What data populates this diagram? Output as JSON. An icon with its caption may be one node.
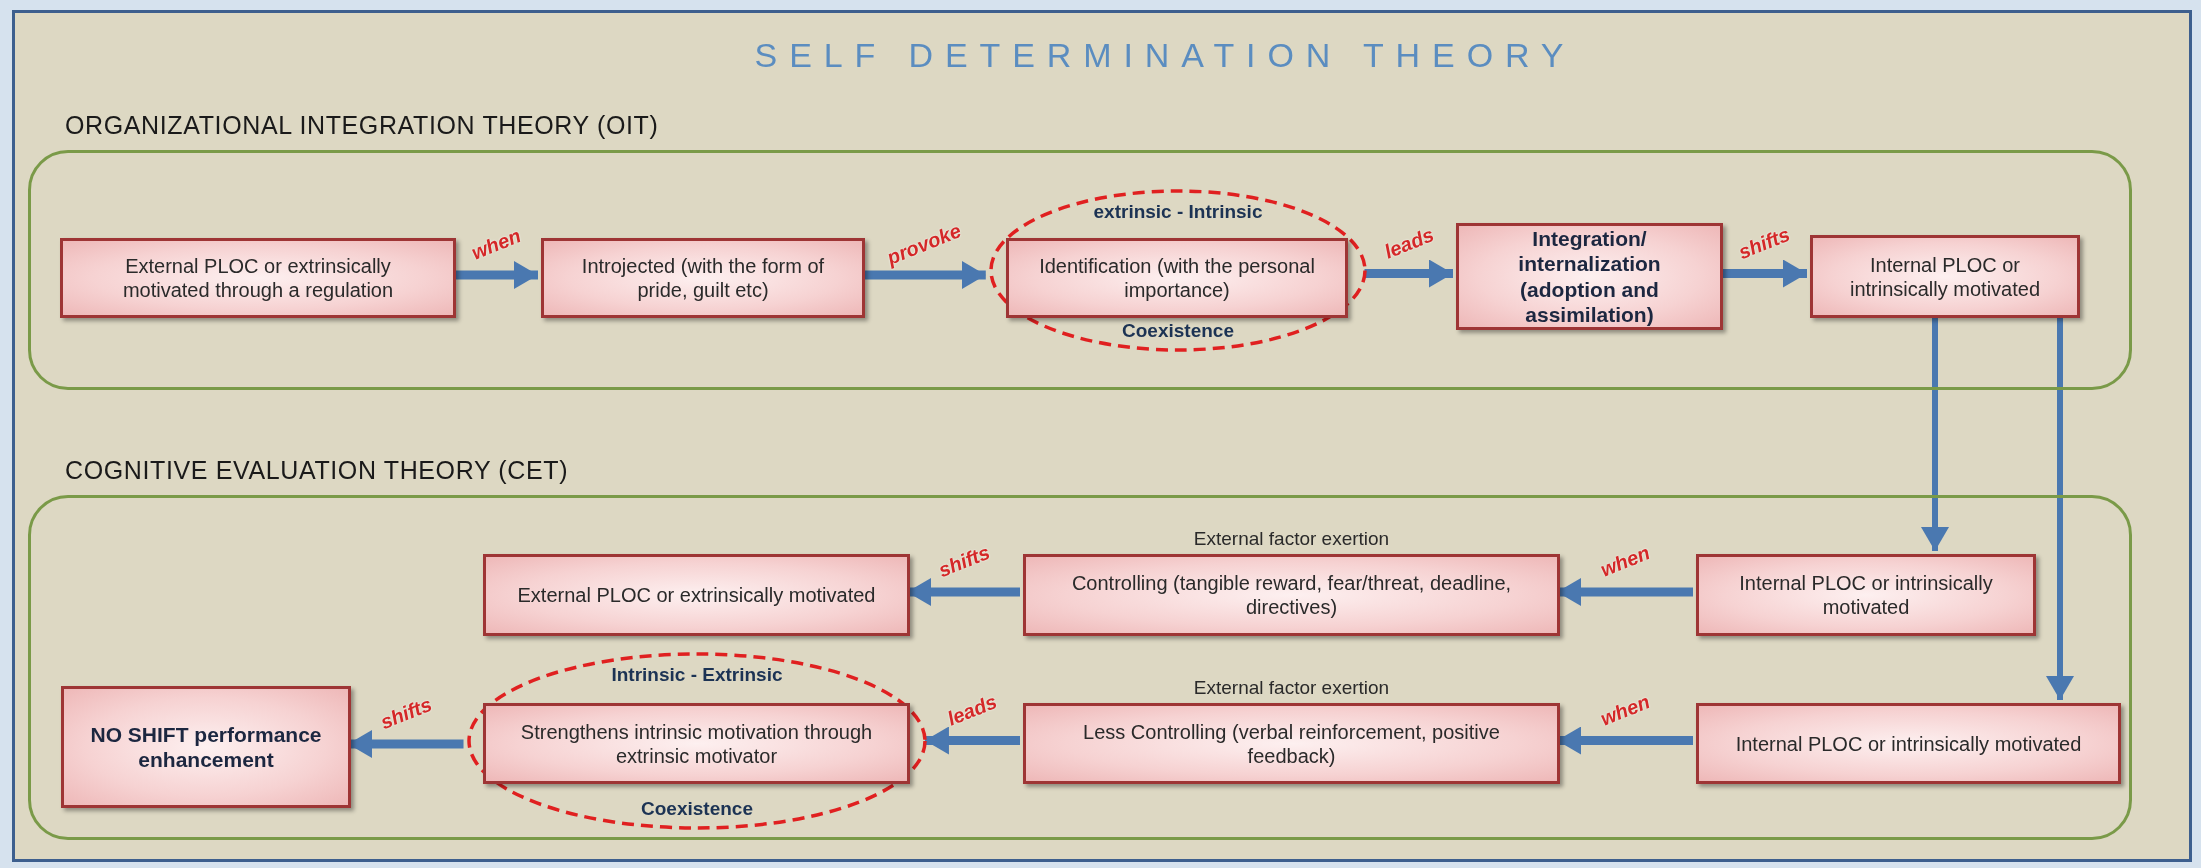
{
  "diagram": {
    "title": "SELF DETERMINATION THEORY",
    "nodes": [
      {
        "text": [
          "ORGANIZATIONAL INTEGRATION THEORY (OIT)"
        ]
      },
      {
        "text": [
          "External PLOC or extrinsically motivated through a regulation"
        ],
        "in": 0
      },
      {
        "text": [
          "Introjected (with the form of pride, guilt etc)"
        ],
        "in": 0
      },
      {
        "text": [
          "extrinsic - Intrinsic",
          "Coexistence"
        ],
        "in": 0
      },
      {
        "text": [
          "Identification (with the personal importance)"
        ],
        "in": 3
      },
      {
        "text": [
          "Integration/ internalization (adoption and assimilation)"
        ],
        "in": 0
      },
      {
        "text": [
          "Internal PLOC or intrinsically motivated"
        ],
        "in": 0
      },
      {
        "text": [
          "COGNITIVE EVALUATION THEORY (CET)"
        ]
      },
      {
        "text": [
          "External PLOC or extrinsically motivated"
        ],
        "in": 7
      },
      {
        "text": [
          "Controlling (tangible reward, fear/threat, deadline, directives)"
        ],
        "beside": [
          "External factor exertion"
        ],
        "in": 7
      },
      {
        "text": [
          "Internal PLOC or intrinsically motivated"
        ],
        "in": 7
      },
      {
        "text": [
          "NO SHIFT performance enhancement"
        ],
        "in": 7
      },
      {
        "text": [
          "Intrinsic - Extrinsic",
          "Coexistence"
        ],
        "in": 7
      },
      {
        "text": [
          "Strengthens intrinsic motivation through extrinsic motivator"
        ],
        "in": 12
      },
      {
        "text": [
          "Less Controlling (verbal reinforcement, positive feedback)"
        ],
        "beside": [
          "External factor exertion"
        ],
        "in": 7
      },
      {
        "text": [
          "Internal PLOC or intrinsically motivated"
        ],
        "in": 7
      }
    ],
    "edges": [
      {
        "from": 1,
        "to": 2,
        "arrow": "to",
        "label": "when"
      },
      {
        "from": 2,
        "to": 3,
        "arrow": "to",
        "label": "provoke"
      },
      {
        "from": 3,
        "to": 5,
        "arrow": "to",
        "label": "leads"
      },
      {
        "from": 5,
        "to": 6,
        "arrow": "to",
        "label": "shifts"
      },
      {
        "from": 6,
        "to": 10,
        "arrow": "to"
      },
      {
        "from": 6,
        "to": 15,
        "arrow": "to"
      },
      {
        "from": 10,
        "to": 9,
        "arrow": "to",
        "label": "when"
      },
      {
        "from": 9,
        "to": 8,
        "arrow": "to",
        "label": "shifts"
      },
      {
        "from": 15,
        "to": 14,
        "arrow": "to",
        "label": "when"
      },
      {
        "from": 14,
        "to": 12,
        "arrow": "to",
        "label": "leads"
      },
      {
        "from": 12,
        "to": 11,
        "arrow": "to",
        "label": "shifts"
      }
    ]
  }
}
